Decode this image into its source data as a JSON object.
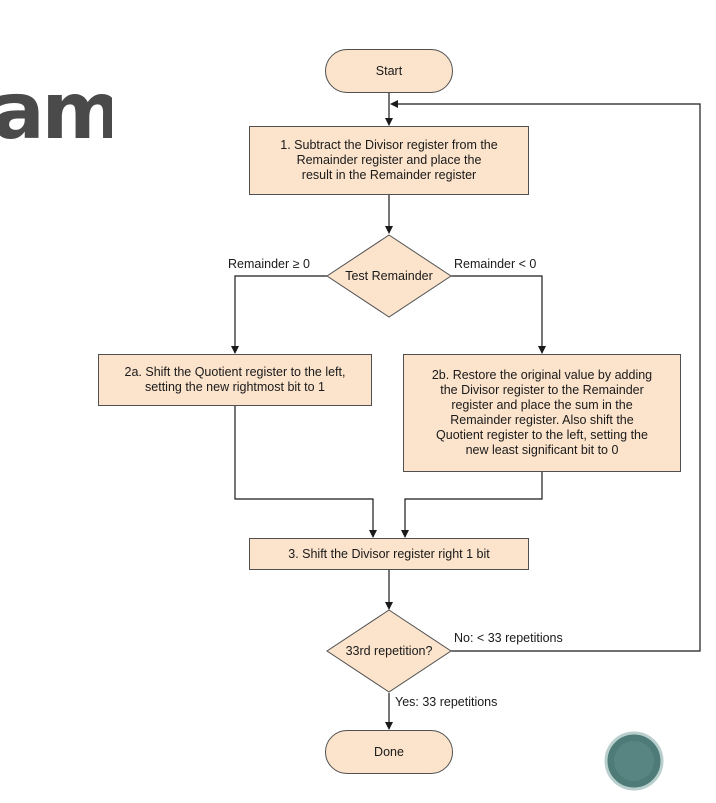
{
  "title_fragment": "am",
  "nodes": {
    "start": "Start",
    "step1": [
      "1. Subtract the Divisor register from the",
      "Remainder register and place the",
      "result in the Remainder register"
    ],
    "test_remainder": "Test Remainder",
    "step2a": [
      "2a. Shift the Quotient register to the left,",
      "setting the new rightmost bit to 1"
    ],
    "step2b": [
      "2b. Restore the original value by adding",
      "the Divisor register to the Remainder",
      "register and place the sum in the",
      "Remainder register. Also shift the",
      "Quotient register to the left, setting the",
      "new least significant bit to 0"
    ],
    "step3": "3. Shift the Divisor register right 1 bit",
    "repetition_test": "33rd repetition?",
    "done": "Done"
  },
  "edge_labels": {
    "remainder_ge_prefix": "Remainder ",
    "remainder_ge_symbol": "≥",
    "remainder_ge_value": " 0",
    "remainder_lt": "Remainder < 0",
    "no_loop": "No:  < 33 repetitions",
    "yes_done": "Yes:  33 repetitions"
  },
  "colors": {
    "box_fill": "#fbe3cc",
    "line": "#505050",
    "badge": "#4e7a78"
  }
}
